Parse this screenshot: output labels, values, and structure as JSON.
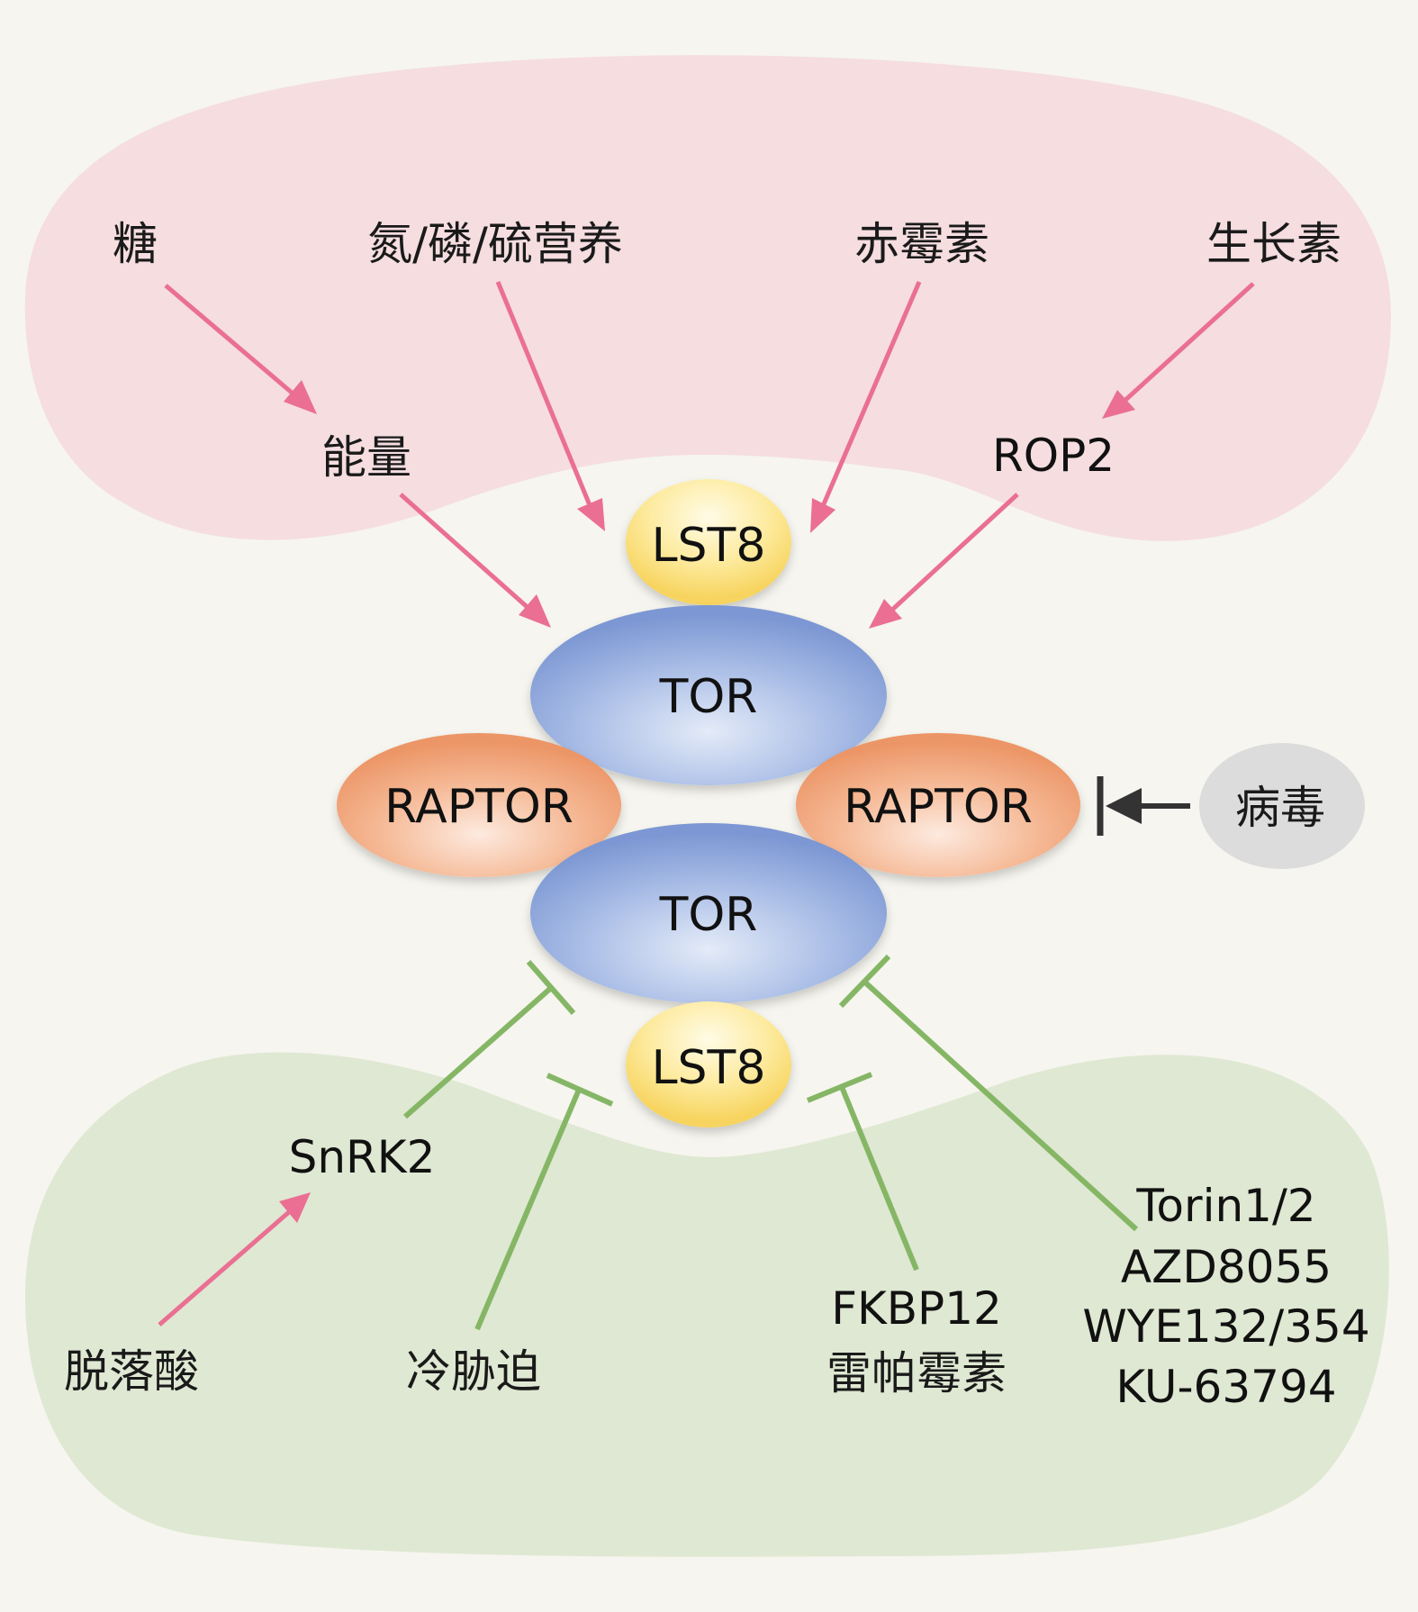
{
  "colors": {
    "background": "#f6f5ef",
    "promote_region": "#f5dde0",
    "inhibit_region": "#dfe8d2",
    "activation_arrow": "#ea6f93",
    "inhibition_line": "#85b665",
    "virus_arrow": "#333333",
    "tor_fill": "#8fa8dc",
    "raptor_fill": "#f2a77f",
    "lst8_fill": "#fbe27e",
    "virus_fill": "#dcdcdc"
  },
  "complex": {
    "lst8_top": "LST8",
    "tor_top": "TOR",
    "raptor_left": "RAPTOR",
    "raptor_right": "RAPTOR",
    "tor_bottom": "TOR",
    "lst8_bottom": "LST8"
  },
  "activators": {
    "sugar": "糖",
    "energy": "能量",
    "nutrients": "氮/磷/硫营养",
    "gibberellin": "赤霉素",
    "auxin": "生长素",
    "rop2": "ROP2"
  },
  "inhibitors": {
    "snrk2": "SnRK2",
    "aba": "脱落酸",
    "cold_stress": "冷胁迫",
    "fkbp12": "FKBP12",
    "rapamycin": "雷帕霉素",
    "torin": "Torin1/2",
    "azd": "AZD8055",
    "wye": "WYE132/354",
    "ku": "KU-63794"
  },
  "virus": "病毒"
}
